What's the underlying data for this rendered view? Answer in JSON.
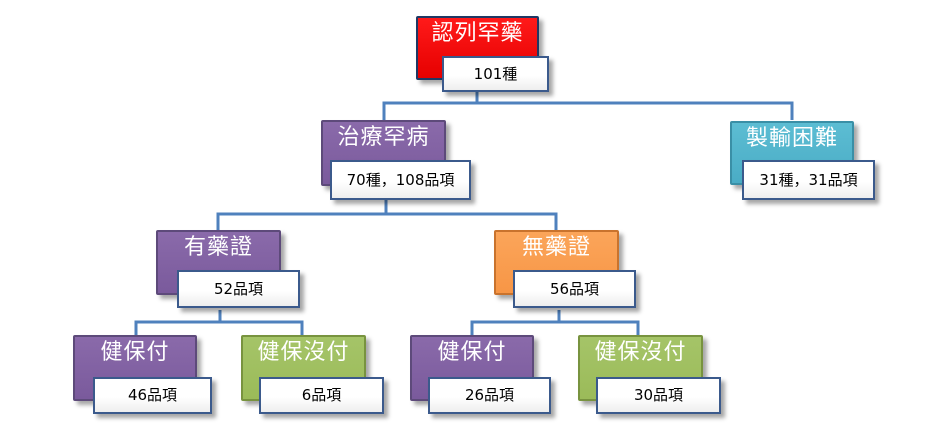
{
  "nodes": {
    "root": {
      "title": "認列罕藥",
      "count": "101種"
    },
    "treat": {
      "title": "治療罕病",
      "count": "70種，108品項"
    },
    "difficult": {
      "title": "製輸困難",
      "count": "31種，31品項"
    },
    "licensed": {
      "title": "有藥證",
      "count": "52品項"
    },
    "unlicensed": {
      "title": "無藥證",
      "count": "56品項"
    },
    "lic_covered": {
      "title": "健保付",
      "count": "46品項"
    },
    "lic_not": {
      "title": "健保沒付",
      "count": "6品項"
    },
    "unl_covered": {
      "title": "健保付",
      "count": "26品項"
    },
    "unl_not": {
      "title": "健保沒付",
      "count": "30品項"
    }
  },
  "colors": {
    "root": "#ff0000",
    "purple": "#8064a2",
    "teal": "#4bacc6",
    "orange": "#f79646",
    "green": "#9bbb59",
    "connector": "#4f81bd"
  }
}
